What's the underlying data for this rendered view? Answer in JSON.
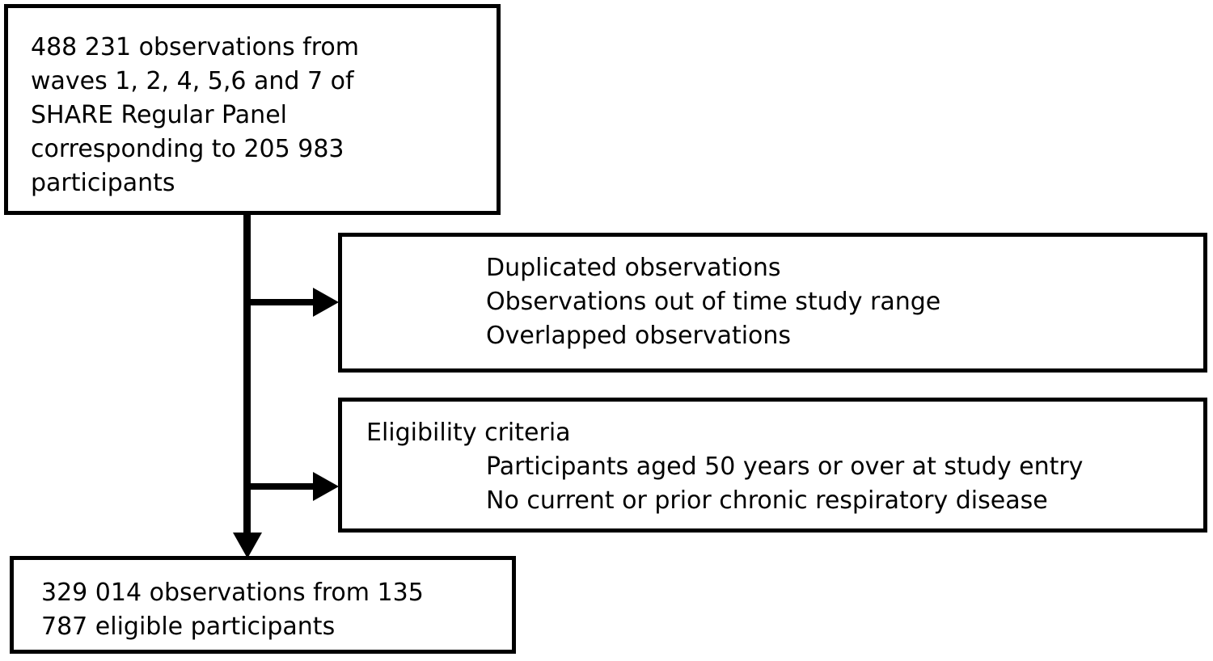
{
  "diagram": {
    "type": "participant-flow-diagram",
    "colors": {
      "stroke": "#000000",
      "background": "#ffffff",
      "text": "#000000"
    },
    "boxes": {
      "source": {
        "lines": [
          "488 231 observations from",
          "waves 1, 2, 4, 5,6 and 7 of",
          "SHARE Regular Panel",
          "corresponding to 205 983",
          "participants"
        ],
        "text": "488 231 observations from\nwaves 1, 2, 4, 5,6 and 7 of\nSHARE Regular Panel\ncorresponding to 205 983\nparticipants",
        "observations": "488 231",
        "participants": "205 983",
        "waves": "1, 2, 4, 5,6 and 7",
        "study": "SHARE Regular Panel"
      },
      "exclusions": {
        "lines": [
          "Duplicated observations",
          "Observations out of time study range",
          "Overlapped observations"
        ],
        "text": "Duplicated observations\nObservations out of time study range\nOverlapped observations"
      },
      "eligibility": {
        "heading": "Eligibility criteria",
        "lines": [
          "Participants aged 50 years or over at study entry",
          "No current or prior chronic respiratory disease"
        ],
        "text": "Participants aged 50 years or over at study entry\nNo current or prior chronic respiratory disease"
      },
      "final": {
        "lines": [
          "329 014 observations from 135",
          "787 eligible participants"
        ],
        "text": "329 014 observations from 135\n787 eligible participants",
        "observations": "329 014",
        "participants": "135 787"
      }
    },
    "connectors": {
      "spine_label": "",
      "branch_one_label": "",
      "branch_two_label": "",
      "terminal_label": ""
    }
  }
}
